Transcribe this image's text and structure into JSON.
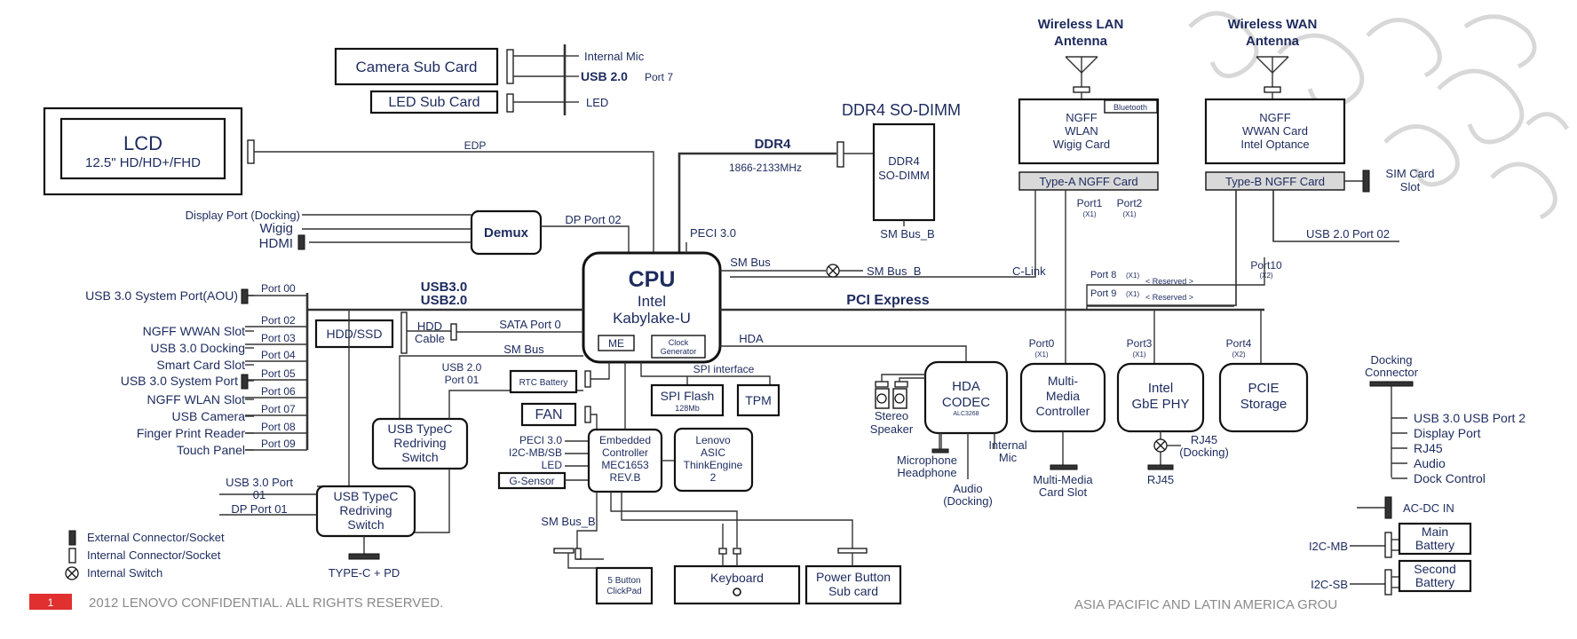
{
  "antennas": {
    "wlan": [
      "Wireless LAN",
      "Antenna"
    ],
    "wwan": [
      "Wireless WAN",
      "Antenna"
    ]
  },
  "top": {
    "camera_sub_card": "Camera Sub Card",
    "led_sub_card": "LED Sub Card",
    "internal_mic": "Internal  Mic",
    "usb20": "USB 2.0",
    "port7": "Port 7",
    "led": "LED",
    "ddr4_title": "DDR4 SO-DIMM",
    "ddr4_bus": "DDR4",
    "ddr4_speed": "1866-2133MHz",
    "ddr4_box": [
      "DDR4",
      "SO-DIMM"
    ],
    "sm_bus_b": "SM Bus_B"
  },
  "lcd": {
    "title": "LCD",
    "subtitle": "12.5\" HD/HD+/FHD",
    "edp": "EDP"
  },
  "ngff_wlan": {
    "lines": [
      "NGFF",
      "WLAN",
      "Wigig Card"
    ],
    "bluetooth": "Bluetooth",
    "type": "Type-A  NGFF Card",
    "port1": "Port1",
    "port2": "Port2",
    "x1": "(X1)"
  },
  "ngff_wwan": {
    "lines": [
      "NGFF",
      "WWAN Card",
      "Intel Optance"
    ],
    "type": "Type-B  NGFF Card",
    "sim": [
      "SIM Card",
      "Slot"
    ],
    "usb_port02": "USB 2.0 Port 02",
    "port10": "Port10",
    "x2": "(X2)"
  },
  "demux": {
    "label": "Demux",
    "dp_docking": "Display Port (Docking)",
    "wigig": "Wigig",
    "hdmi": "HDMI",
    "dp_port02": "DP Port 02"
  },
  "cpu": {
    "title": "CPU",
    "line1": "Intel",
    "line2": "Kabylake-U",
    "me": "ME",
    "clock": [
      "Clock",
      "Generator"
    ],
    "peci": "PECI 3.0",
    "sm_bus": "SM Bus",
    "sm_bus_b": "SM Bus_B",
    "clink": "C-Link",
    "pci_express": "PCI Express",
    "hda": "HDA",
    "spi_interface": "SPI interface"
  },
  "usb_left": {
    "usb30": "USB3.0",
    "usb20": "USB2.0",
    "items": [
      {
        "label": "USB 3.0 System Port(AOU)",
        "port": "Port 00"
      },
      {
        "label": "NGFF WWAN Slot",
        "port": "Port 02"
      },
      {
        "label": "USB 3.0 Docking",
        "port": "Port 03"
      },
      {
        "label": "Smart Card Slot",
        "port": "Port 04"
      },
      {
        "label": "USB 3.0 System Port",
        "port": "Port 05"
      },
      {
        "label": "",
        "port": "Port 06"
      },
      {
        "label": "NGFF WLAN Slot",
        "port": "Port 07"
      },
      {
        "label": "USB Camera",
        "port": "Port 08"
      },
      {
        "label": "Finger Print Reader",
        "port": "Port 09"
      },
      {
        "label": "Touch Panel",
        "port": ""
      }
    ]
  },
  "storage": {
    "hdd_ssd": "HDD/SSD",
    "hdd_cable": [
      "HDD",
      "Cable"
    ],
    "sata": "SATA Port 0",
    "sm_bus": "SM Bus"
  },
  "typec": {
    "redriver1": [
      "USB TypeC",
      "Redriving",
      "Switch"
    ],
    "redriver2": [
      "USB TypeC",
      "Redriving",
      "Switch"
    ],
    "usb20_port01": [
      "USB 2.0",
      "Port 01"
    ],
    "usb30_port01": [
      "USB 3.0 Port",
      "01"
    ],
    "dp_port01": "DP Port 01",
    "typec_pd": "TYPE-C  + PD"
  },
  "ec": {
    "rtc": "RTC Battery",
    "fan": "FAN",
    "gsensor": "G-Sensor",
    "peci": "PECI 3.0",
    "i2c": "I2C-MB/SB",
    "led": "LED",
    "lines": [
      "Embedded",
      "Controller",
      "MEC1653",
      "REV.B"
    ],
    "sm_bus_b": "SM Bus_B",
    "spi_flash": "SPI Flash",
    "spi_size": "128Mb",
    "tpm": "TPM",
    "asic": [
      "Lenovo",
      "ASIC",
      "ThinkEngine",
      "2"
    ]
  },
  "audio": {
    "codec": [
      "HDA",
      "CODEC"
    ],
    "codec_model": "ALC3268",
    "stereo": [
      "Stereo",
      "Speaker"
    ],
    "mic_hp": [
      "Microphone",
      "Headphone"
    ],
    "audio_docking": [
      "Audio",
      "(Docking)"
    ],
    "internal_mic": [
      "Internal",
      "Mic"
    ]
  },
  "pcie": {
    "port8": "Port 8",
    "port9": "Port 9",
    "x1": "(X1)",
    "reserved": "< Reserved >",
    "mmc": [
      "Multi-",
      "Media",
      "Controller"
    ],
    "port0": "Port0",
    "mmc_slot": [
      "Multi-Media",
      "Card Slot"
    ],
    "gbe": [
      "Intel",
      "GbE PHY"
    ],
    "port3": "Port3",
    "rj45_docking": [
      "RJ45",
      "(Docking)"
    ],
    "rj45": "RJ45",
    "storage": [
      "PCIE",
      "Storage"
    ],
    "port4": "Port4",
    "x2": "(X2)"
  },
  "docking": {
    "title": [
      "Docking",
      "Connector"
    ],
    "items": [
      "USB 3.0 USB Port 2",
      "Display Port",
      "RJ45",
      "Audio",
      "Dock Control"
    ]
  },
  "power": {
    "acdc": "AC-DC  IN",
    "i2c_mb": "I2C-MB",
    "i2c_sb": "I2C-SB",
    "main": [
      "Main",
      "Battery"
    ],
    "second": [
      "Second",
      "Battery"
    ]
  },
  "bottom": {
    "clickpad": [
      "5 Button",
      "ClickPad"
    ],
    "keyboard": "Keyboard",
    "power_button": [
      "Power Button",
      "Sub card"
    ]
  },
  "legend": {
    "external": "External Connector/Socket",
    "internal": "Internal  Connector/Socket",
    "switch": "Internal  Switch"
  },
  "footer": {
    "page": "1",
    "confidential": "2012 LENOVO  CONFIDENTIAL.  ALL RIGHTS  RESERVED.",
    "region": "ASIA PACIFIC AND LATIN AMERICA GROU"
  }
}
